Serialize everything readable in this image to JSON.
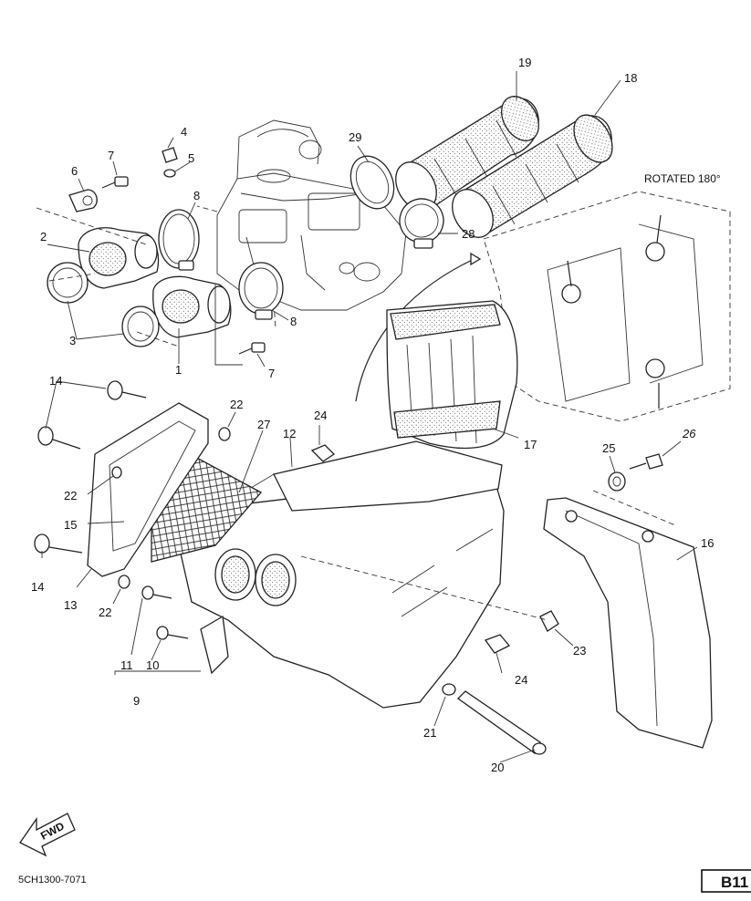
{
  "diagram": {
    "rotated_note": "ROTATED 180°",
    "drawing_code": "5CH1300-7071",
    "page_id": "B11",
    "fwd_label": "FWD",
    "callouts": {
      "c1": "1",
      "c2": "2",
      "c3": "3",
      "c4": "4",
      "c5": "5",
      "c6": "6",
      "c7a": "7",
      "c7b": "7",
      "c8a": "8",
      "c8b": "8",
      "c9": "9",
      "c10": "10",
      "c11": "11",
      "c12": "12",
      "c13": "13",
      "c14a": "14",
      "c14b": "14",
      "c15": "15",
      "c16": "16",
      "c17": "17",
      "c18": "18",
      "c19": "19",
      "c20": "20",
      "c21": "21",
      "c22a": "22",
      "c22b": "22",
      "c22c": "22",
      "c23": "23",
      "c24a": "24",
      "c24b": "24",
      "c25": "25",
      "c26": "26",
      "c27": "27",
      "c28": "28",
      "c29": "29"
    }
  }
}
